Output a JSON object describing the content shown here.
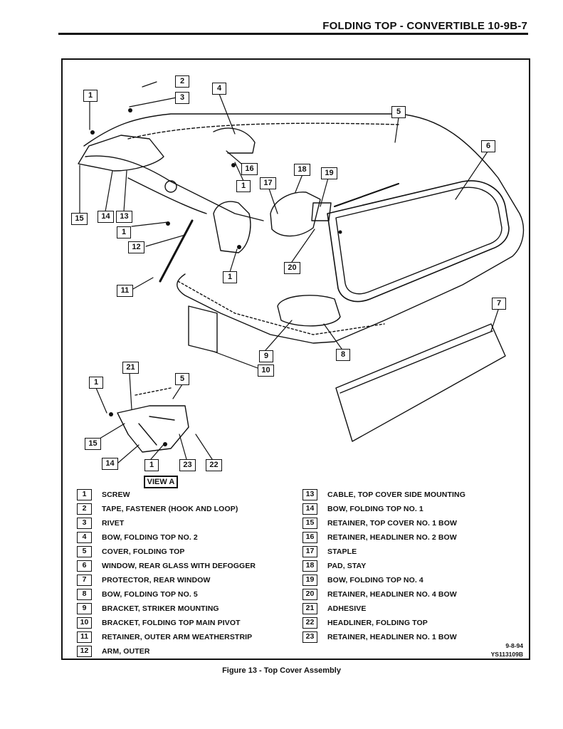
{
  "header": {
    "title": "FOLDING TOP - CONVERTIBLE  10-9B-7"
  },
  "view_label": "VIEW A",
  "callouts": {
    "c1a": "1",
    "c2": "2",
    "c3": "3",
    "c4": "4",
    "c5": "5",
    "c6": "6",
    "c15": "15",
    "c14": "14",
    "c13": "13",
    "c16": "16",
    "c1b": "1",
    "c17": "17",
    "c18": "18",
    "c19": "19",
    "c1c": "1",
    "c12": "12",
    "c1d": "1",
    "c20": "20",
    "c11": "11",
    "c7": "7",
    "c9": "9",
    "c8": "8",
    "c10": "10",
    "c21": "21",
    "c5b": "5",
    "c1e": "1",
    "c15b": "15",
    "c14b": "14",
    "c1f": "1",
    "c23": "23",
    "c22": "22"
  },
  "legend_left": [
    {
      "num": "1",
      "text": "SCREW"
    },
    {
      "num": "2",
      "text": "TAPE, FASTENER (HOOK AND LOOP)"
    },
    {
      "num": "3",
      "text": "RIVET"
    },
    {
      "num": "4",
      "text": "BOW, FOLDING TOP NO. 2"
    },
    {
      "num": "5",
      "text": "COVER, FOLDING TOP"
    },
    {
      "num": "6",
      "text": "WINDOW, REAR GLASS WITH DEFOGGER"
    },
    {
      "num": "7",
      "text": "PROTECTOR, REAR WINDOW"
    },
    {
      "num": "8",
      "text": "BOW, FOLDING TOP NO. 5"
    },
    {
      "num": "9",
      "text": "BRACKET, STRIKER MOUNTING"
    },
    {
      "num": "10",
      "text": "BRACKET, FOLDING TOP MAIN PIVOT"
    },
    {
      "num": "11",
      "text": "RETAINER, OUTER ARM WEATHERSTRIP"
    },
    {
      "num": "12",
      "text": "ARM, OUTER"
    }
  ],
  "legend_right": [
    {
      "num": "13",
      "text": "CABLE, TOP COVER SIDE MOUNTING"
    },
    {
      "num": "14",
      "text": "BOW, FOLDING TOP NO. 1"
    },
    {
      "num": "15",
      "text": "RETAINER, TOP COVER NO. 1 BOW"
    },
    {
      "num": "16",
      "text": "RETAINER, HEADLINER NO. 2 BOW"
    },
    {
      "num": "17",
      "text": "STAPLE"
    },
    {
      "num": "18",
      "text": "PAD, STAY"
    },
    {
      "num": "19",
      "text": "BOW, FOLDING TOP NO. 4"
    },
    {
      "num": "20",
      "text": "RETAINER, HEADLINER NO. 4 BOW"
    },
    {
      "num": "21",
      "text": "ADHESIVE"
    },
    {
      "num": "22",
      "text": "HEADLINER, FOLDING TOP"
    },
    {
      "num": "23",
      "text": "RETAINER, HEADLINER NO. 1 BOW"
    }
  ],
  "code_date": "9-8-94",
  "code_id": "YS113109B",
  "caption": "Figure 13 - Top Cover Assembly"
}
